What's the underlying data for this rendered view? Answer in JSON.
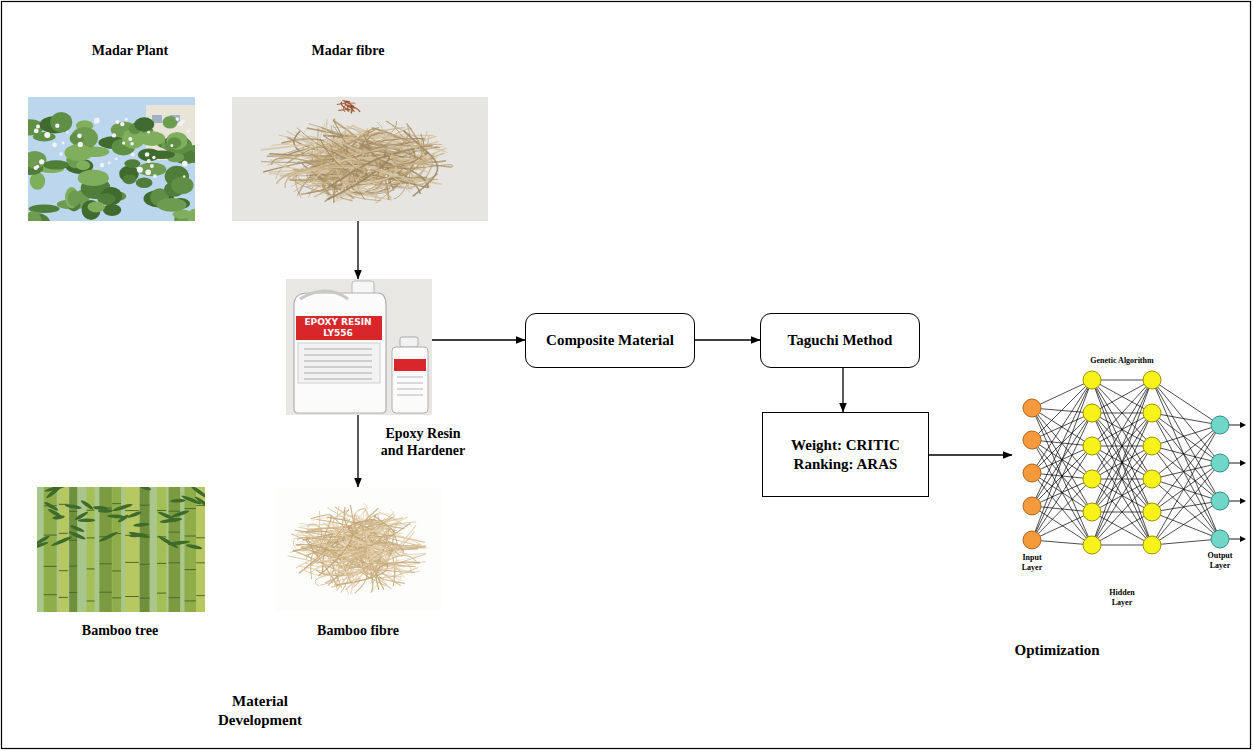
{
  "diagram": {
    "nodes": [
      {
        "text": [
          "Madar Plant"
        ]
      },
      {
        "text": [
          "Madar fibre"
        ]
      },
      {
        "text": [
          "Epoxy Resin and Hardener"
        ]
      },
      {
        "text": [
          "Composite Material"
        ]
      },
      {
        "text": [
          "Taguchi Method"
        ]
      },
      {
        "text": [
          "Weight: CRITIC",
          "Ranking: ARAS"
        ]
      },
      {
        "text": [
          "Genetic Algorithm",
          "Input Layer",
          "Hidden Layer",
          "Output Layer"
        ]
      },
      {
        "text": [
          "Bamboo tree"
        ]
      },
      {
        "text": [
          "Bamboo fibre"
        ]
      }
    ],
    "edges": [
      {
        "from": 1,
        "to": 2,
        "arrow": "to"
      },
      {
        "from": 2,
        "to": 8,
        "arrow": "to"
      },
      {
        "from": 2,
        "to": 3,
        "arrow": "to"
      },
      {
        "from": 3,
        "to": 4,
        "arrow": "to"
      },
      {
        "from": 4,
        "to": 5,
        "arrow": "to"
      },
      {
        "from": 5,
        "to": 6,
        "arrow": "to"
      }
    ],
    "labels": [
      "EPOXY RESIN",
      "LY556",
      "Material Development",
      "Optimization"
    ]
  }
}
